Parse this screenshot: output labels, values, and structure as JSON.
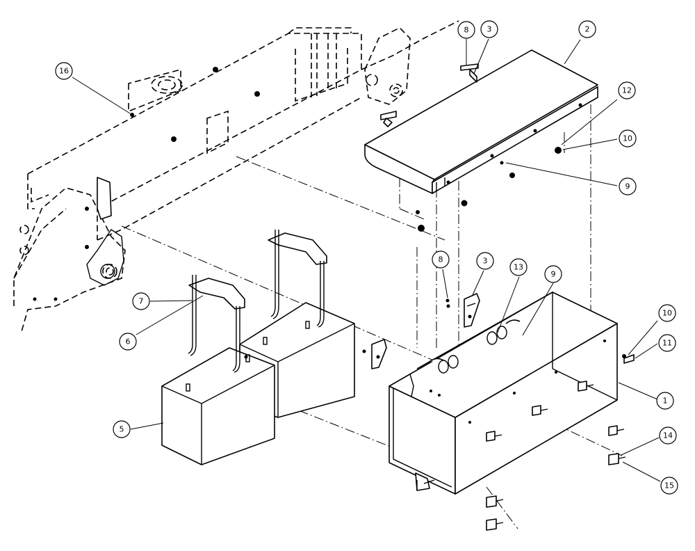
{
  "balloons": [
    {
      "id": "b16",
      "label": "16"
    },
    {
      "id": "b8a",
      "label": "8"
    },
    {
      "id": "b3a",
      "label": "3"
    },
    {
      "id": "b2",
      "label": "2"
    },
    {
      "id": "b12",
      "label": "12"
    },
    {
      "id": "b10a",
      "label": "10"
    },
    {
      "id": "b9a",
      "label": "9"
    },
    {
      "id": "b8b",
      "label": "8"
    },
    {
      "id": "b3b",
      "label": "3"
    },
    {
      "id": "b13",
      "label": "13"
    },
    {
      "id": "b9b",
      "label": "9"
    },
    {
      "id": "b10b",
      "label": "10"
    },
    {
      "id": "b11",
      "label": "11"
    },
    {
      "id": "b1",
      "label": "1"
    },
    {
      "id": "b14",
      "label": "14"
    },
    {
      "id": "b15",
      "label": "15"
    },
    {
      "id": "b7",
      "label": "7"
    },
    {
      "id": "b6",
      "label": "6"
    },
    {
      "id": "b5",
      "label": "5"
    }
  ],
  "colors": {
    "ink": "#000000",
    "paper": "#ffffff"
  }
}
